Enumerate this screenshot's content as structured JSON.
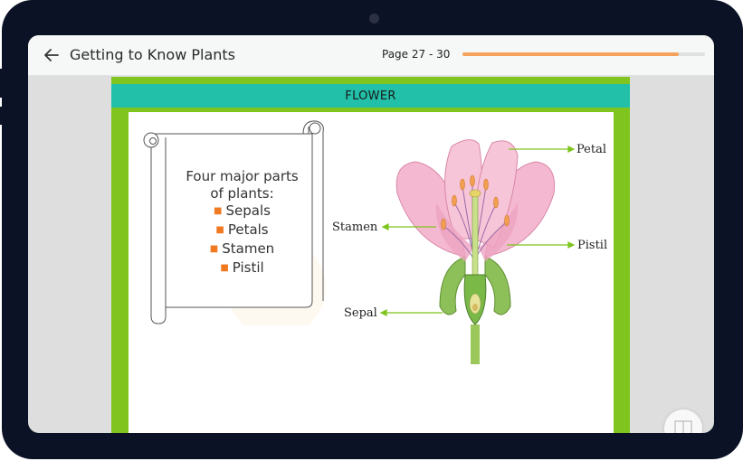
{
  "header": {
    "title": "Getting to Know Plants",
    "page_range": "Page 27 - 30",
    "progress": 0.89
  },
  "content": {
    "section_title": "FLOWER",
    "scroll": {
      "heading_line1": "Four major parts",
      "heading_line2": "of plants:",
      "items": [
        "Sepals",
        "Petals",
        "Stamen",
        "Pistil"
      ]
    },
    "diagram_labels": {
      "petal": "Petal",
      "stamen": "Stamen",
      "pistil": "Pistil",
      "sepal": "Sepal"
    }
  },
  "colors": {
    "accent_progress": "#f5a25d",
    "page_border": "#7fc41f",
    "header_band": "#22c0a8",
    "bullet": "#f07a22"
  },
  "icons": {
    "back": "arrow-left-icon",
    "corner": "book-icon"
  }
}
